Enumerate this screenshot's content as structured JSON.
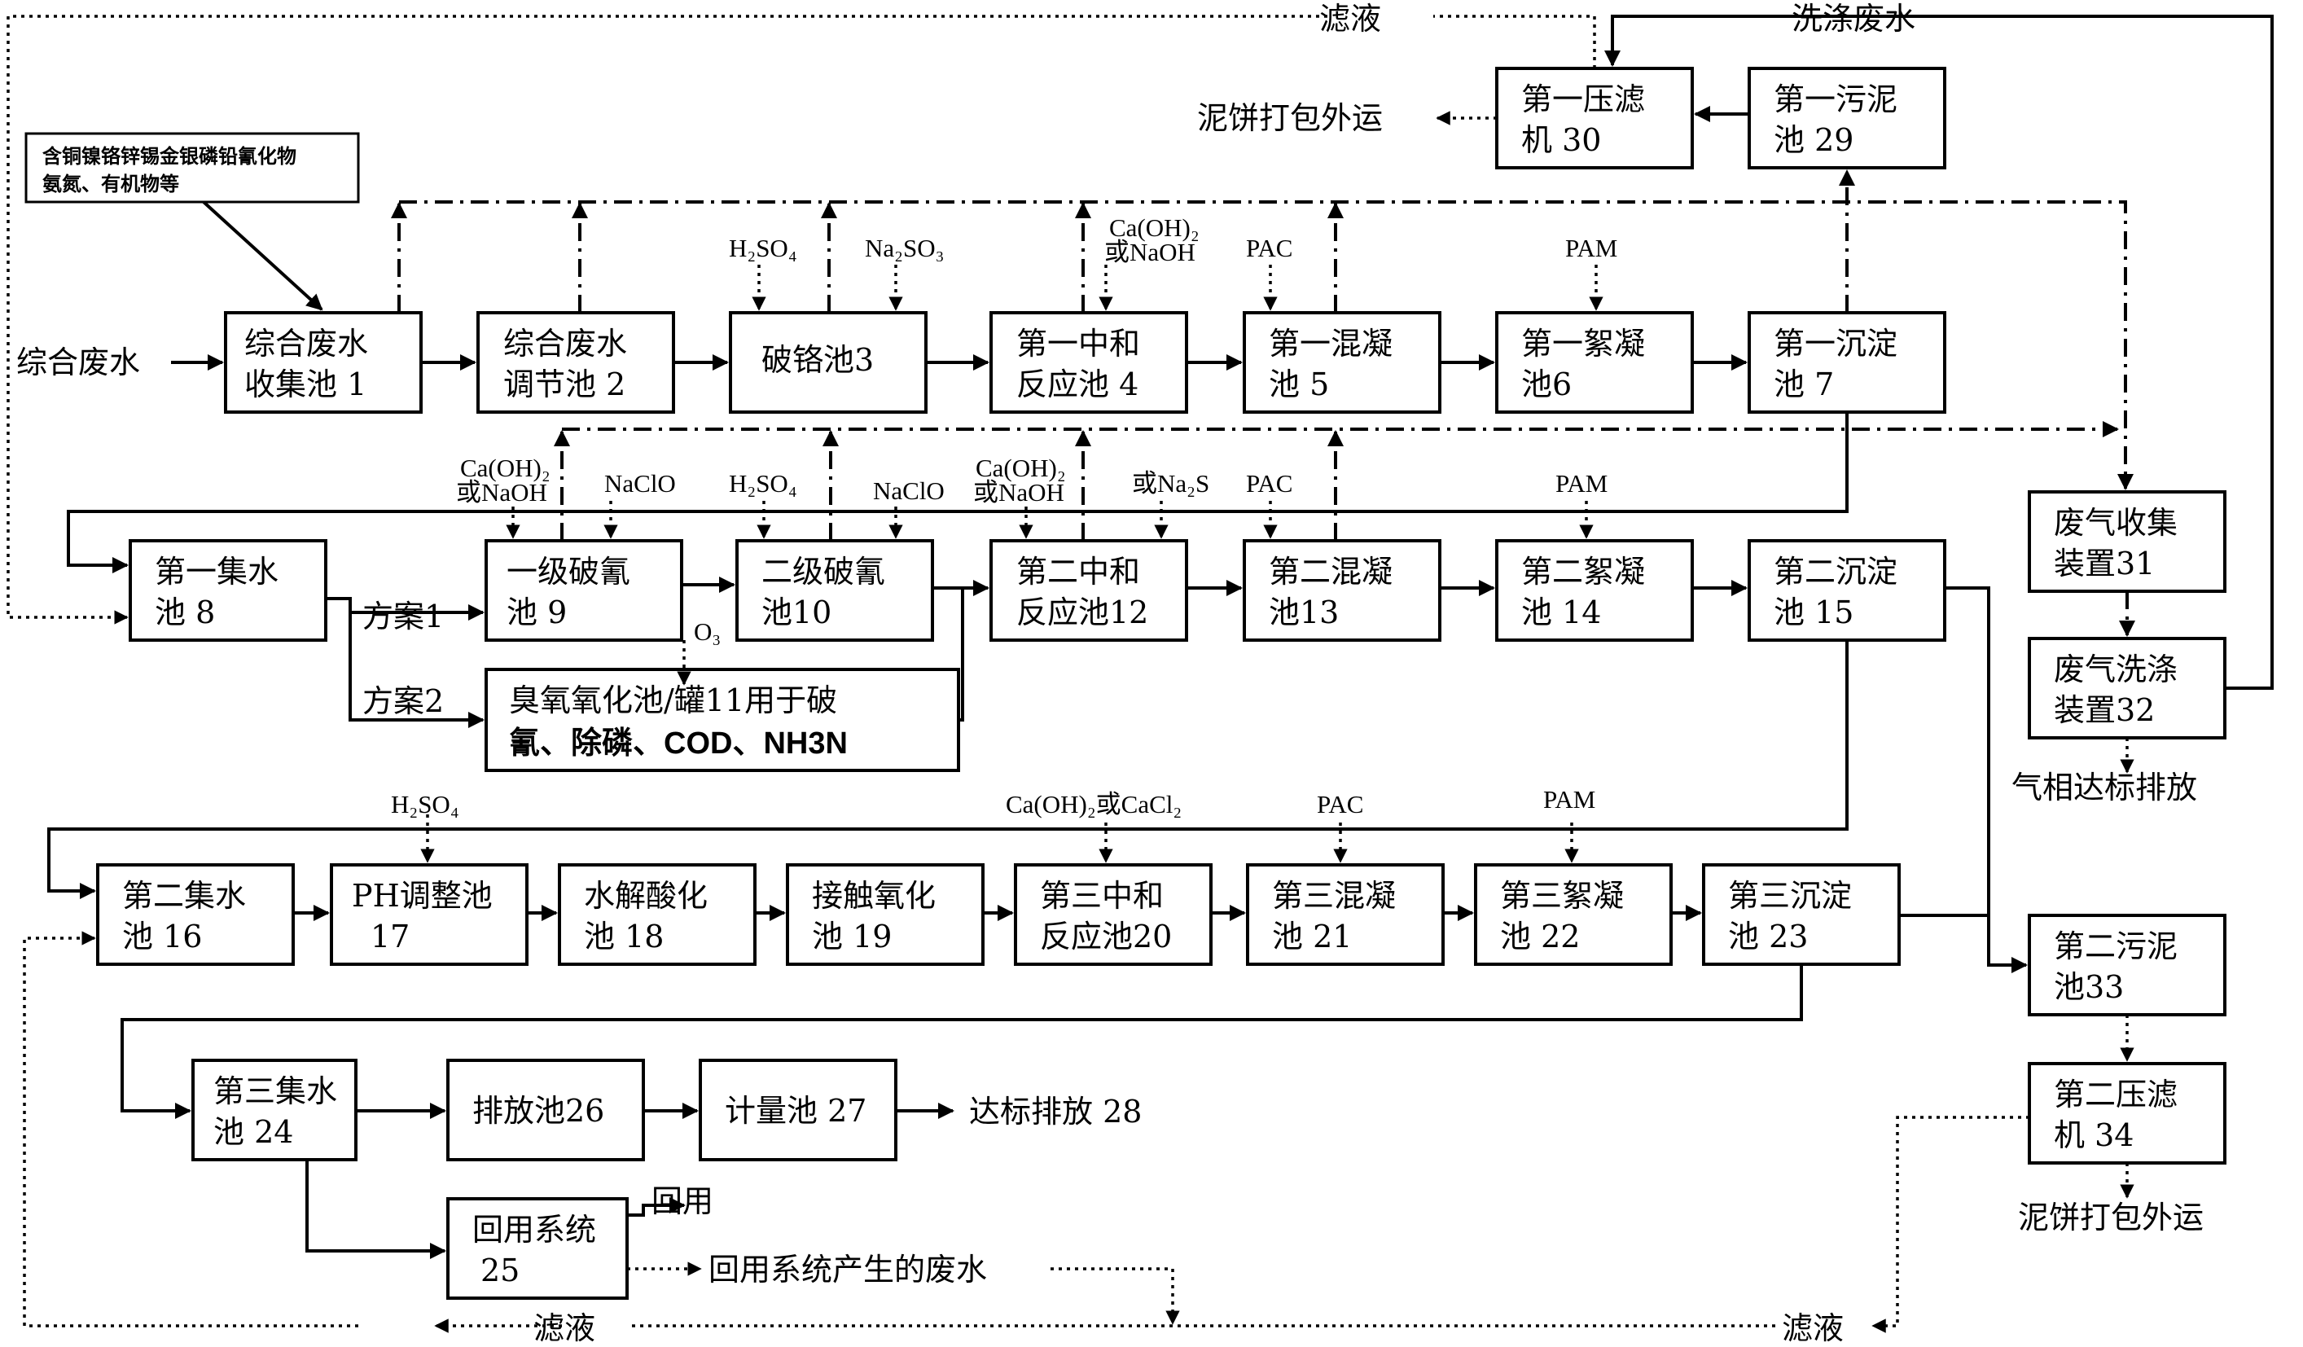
{
  "boxes": {
    "b1": {
      "l1": "综合废水",
      "l2": "收集池 1"
    },
    "b2": {
      "l1": "综合废水",
      "l2": "调节池 2"
    },
    "b3": {
      "l1": "破铬池3"
    },
    "b4": {
      "l1": "第一中和",
      "l2": "反应池 4"
    },
    "b5": {
      "l1": "第一混凝",
      "l2": "池 5"
    },
    "b6": {
      "l1": "第一絮凝",
      "l2": "池6"
    },
    "b7": {
      "l1": "第一沉淀",
      "l2": "池 7"
    },
    "b8": {
      "l1": "第一集水",
      "l2": "池 8"
    },
    "b9": {
      "l1": "一级破氰",
      "l2": "池 9"
    },
    "b10": {
      "l1": "二级破氰",
      "l2": "池10"
    },
    "b11": {
      "l1": "臭氧氧化池/罐11用于破",
      "l2": "氰、除磷、COD、NH3N"
    },
    "b12": {
      "l1": "第二中和",
      "l2": "反应池12"
    },
    "b13": {
      "l1": "第二混凝",
      "l2": "池13"
    },
    "b14": {
      "l1": "第二絮凝",
      "l2": "池 14"
    },
    "b15": {
      "l1": "第二沉淀",
      "l2": "池 15"
    },
    "b16": {
      "l1": "第二集水",
      "l2": "池 16"
    },
    "b17": {
      "l1": "PH调整池",
      "l2": "17"
    },
    "b18": {
      "l1": "水解酸化",
      "l2": "池 18"
    },
    "b19": {
      "l1": "接触氧化",
      "l2": "池 19"
    },
    "b20": {
      "l1": "第三中和",
      "l2": "反应池20"
    },
    "b21": {
      "l1": "第三混凝",
      "l2": "池 21"
    },
    "b22": {
      "l1": "第三絮凝",
      "l2": "池 22"
    },
    "b23": {
      "l1": "第三沉淀",
      "l2": "池 23"
    },
    "b24": {
      "l1": "第三集水",
      "l2": "池 24"
    },
    "b25": {
      "l1": "回用系统",
      "l2": "25"
    },
    "b26": {
      "l1": "排放池26"
    },
    "b27": {
      "l1": "计量池  27"
    },
    "b29": {
      "l1": "第一污泥",
      "l2": "池 29"
    },
    "b30": {
      "l1": "第一压滤",
      "l2": "机 30"
    },
    "b31": {
      "l1": "废气收集",
      "l2": "装置31"
    },
    "b32": {
      "l1": "废气洗涤",
      "l2": "装置32"
    },
    "b33": {
      "l1": "第二污泥",
      "l2": "池33"
    },
    "b34": {
      "l1": "第二压滤",
      "l2": "机 34"
    }
  },
  "pollutants": {
    "l1": "含铜镍铬锌锡金银磷铅氰化物",
    "l2": "氨氮、有机物等"
  },
  "labels": {
    "inflow": "综合废水",
    "plan1": "方案1",
    "plan2": "方案2",
    "discharge28": "达标排放 28",
    "reuse": "回用",
    "reuse_waste": "回用系统产生的废水",
    "gas_discharge": "气相达标排放",
    "cake1": "泥饼打包外运",
    "cake2": "泥饼打包外运",
    "filtrate_top": "滤液",
    "wash_water": "洗涤废水",
    "filtrate_bottom_left": "滤液",
    "filtrate_bottom_right": "滤液"
  },
  "reagents": {
    "h2so4_1": "H₂SO₄",
    "na2so3": "Na₂SO₃",
    "caoh_1a": "Ca(OH)₂",
    "caoh_1b": "或NaOH",
    "pac_1": "PAC",
    "pam_1": "PAM",
    "caoh_2a": "Ca(OH)₂",
    "caoh_2b": "或NaOH",
    "naclo_1": "NaClO",
    "h2so4_2": "H₂SO₄",
    "naclo_2": "NaClO",
    "caoh_3a": "Ca(OH)₂",
    "caoh_3b": "或NaOH",
    "na2s": "或Na₂S",
    "pac_2": "PAC",
    "pam_2": "PAM",
    "o3": "O₃",
    "h2so4_3": "H₂SO₄",
    "cacl2": "Ca(OH)₂或CaCl₂",
    "pac_3": "PAC",
    "pam_3": "PAM"
  }
}
